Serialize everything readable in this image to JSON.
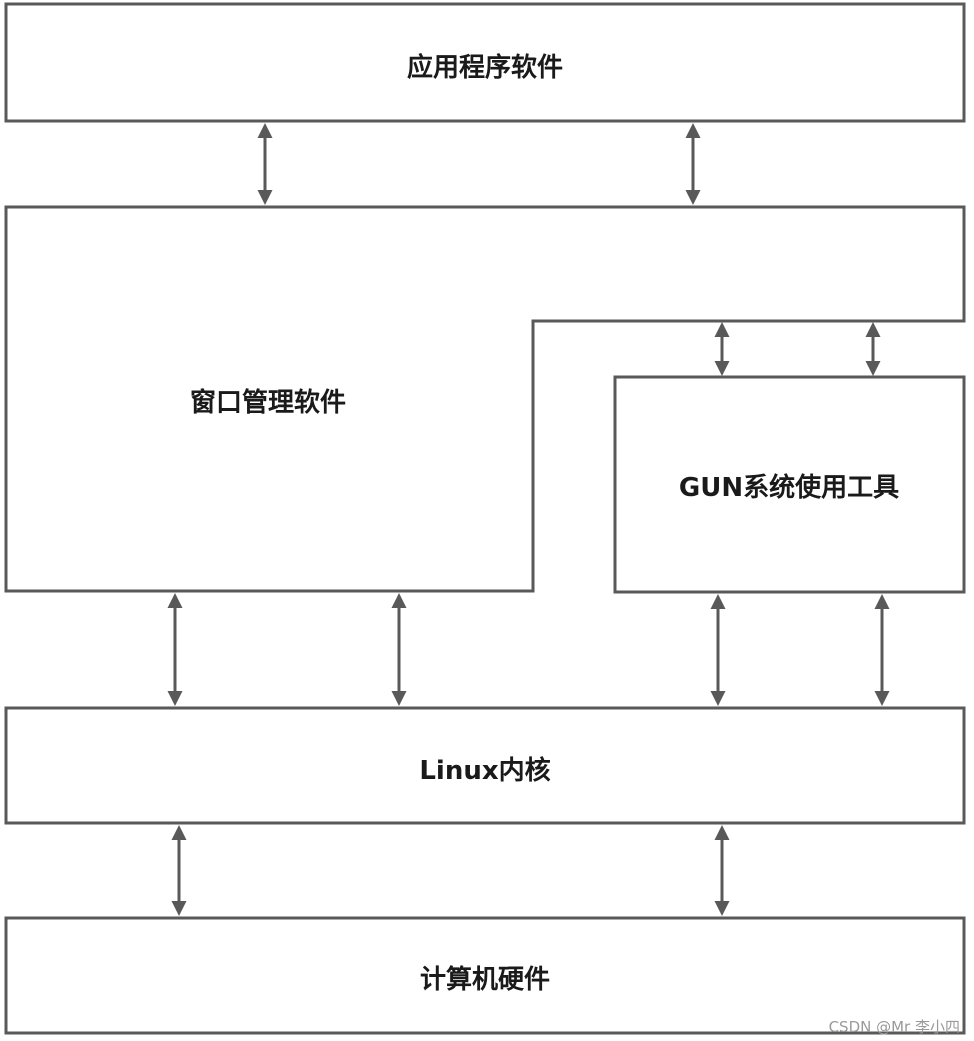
{
  "nodes": {
    "application_software": "应用程序软件",
    "window_manager": "窗口管理软件",
    "gnu_tools": "GUN系统使用工具",
    "linux_kernel": "Linux内核",
    "hardware": "计算机硬件"
  },
  "watermark": "CSDN @Mr 李小四",
  "colors": {
    "stroke": "#595959",
    "text": "#1a1a1a",
    "watermark": "#9a9a9a",
    "background": "#ffffff"
  }
}
